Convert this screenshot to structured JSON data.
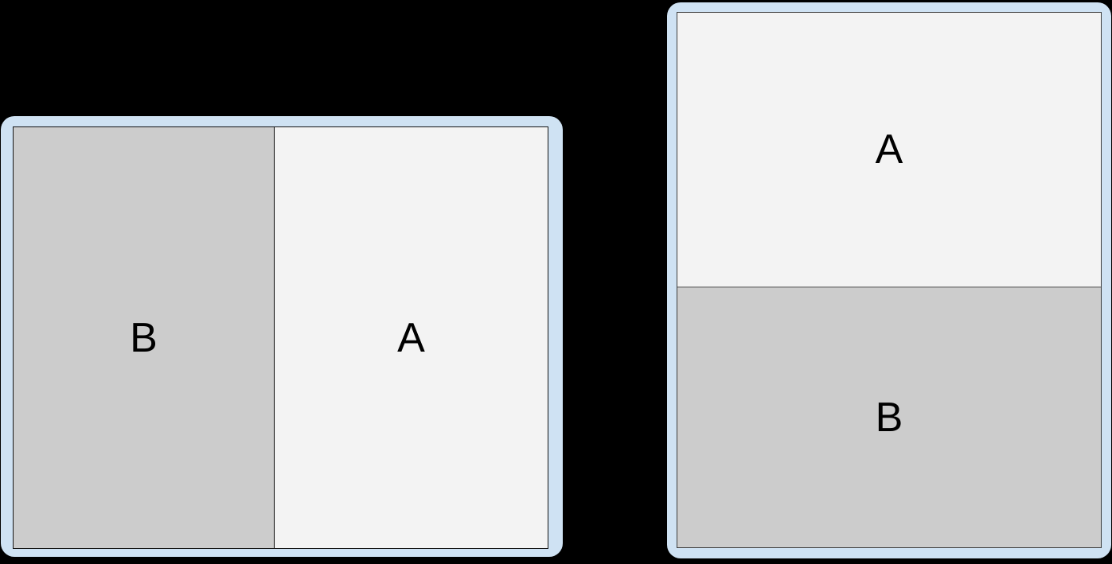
{
  "canvas": {
    "background_color": "#000000"
  },
  "colors": {
    "device_frame": "#cfe2f3",
    "pane_a_fill": "#f3f3f3",
    "pane_b_fill": "#cccccc",
    "landscape_divider": "#000000",
    "portrait_divider": "#999999",
    "screen_border_landscape": "#141414",
    "screen_border_portrait": "#3d3d3d",
    "label_text": "#000000"
  },
  "devices": {
    "landscape": {
      "panes": [
        {
          "label": "B"
        },
        {
          "label": "A"
        }
      ]
    },
    "portrait": {
      "panes": [
        {
          "label": "A"
        },
        {
          "label": "B"
        }
      ]
    }
  }
}
